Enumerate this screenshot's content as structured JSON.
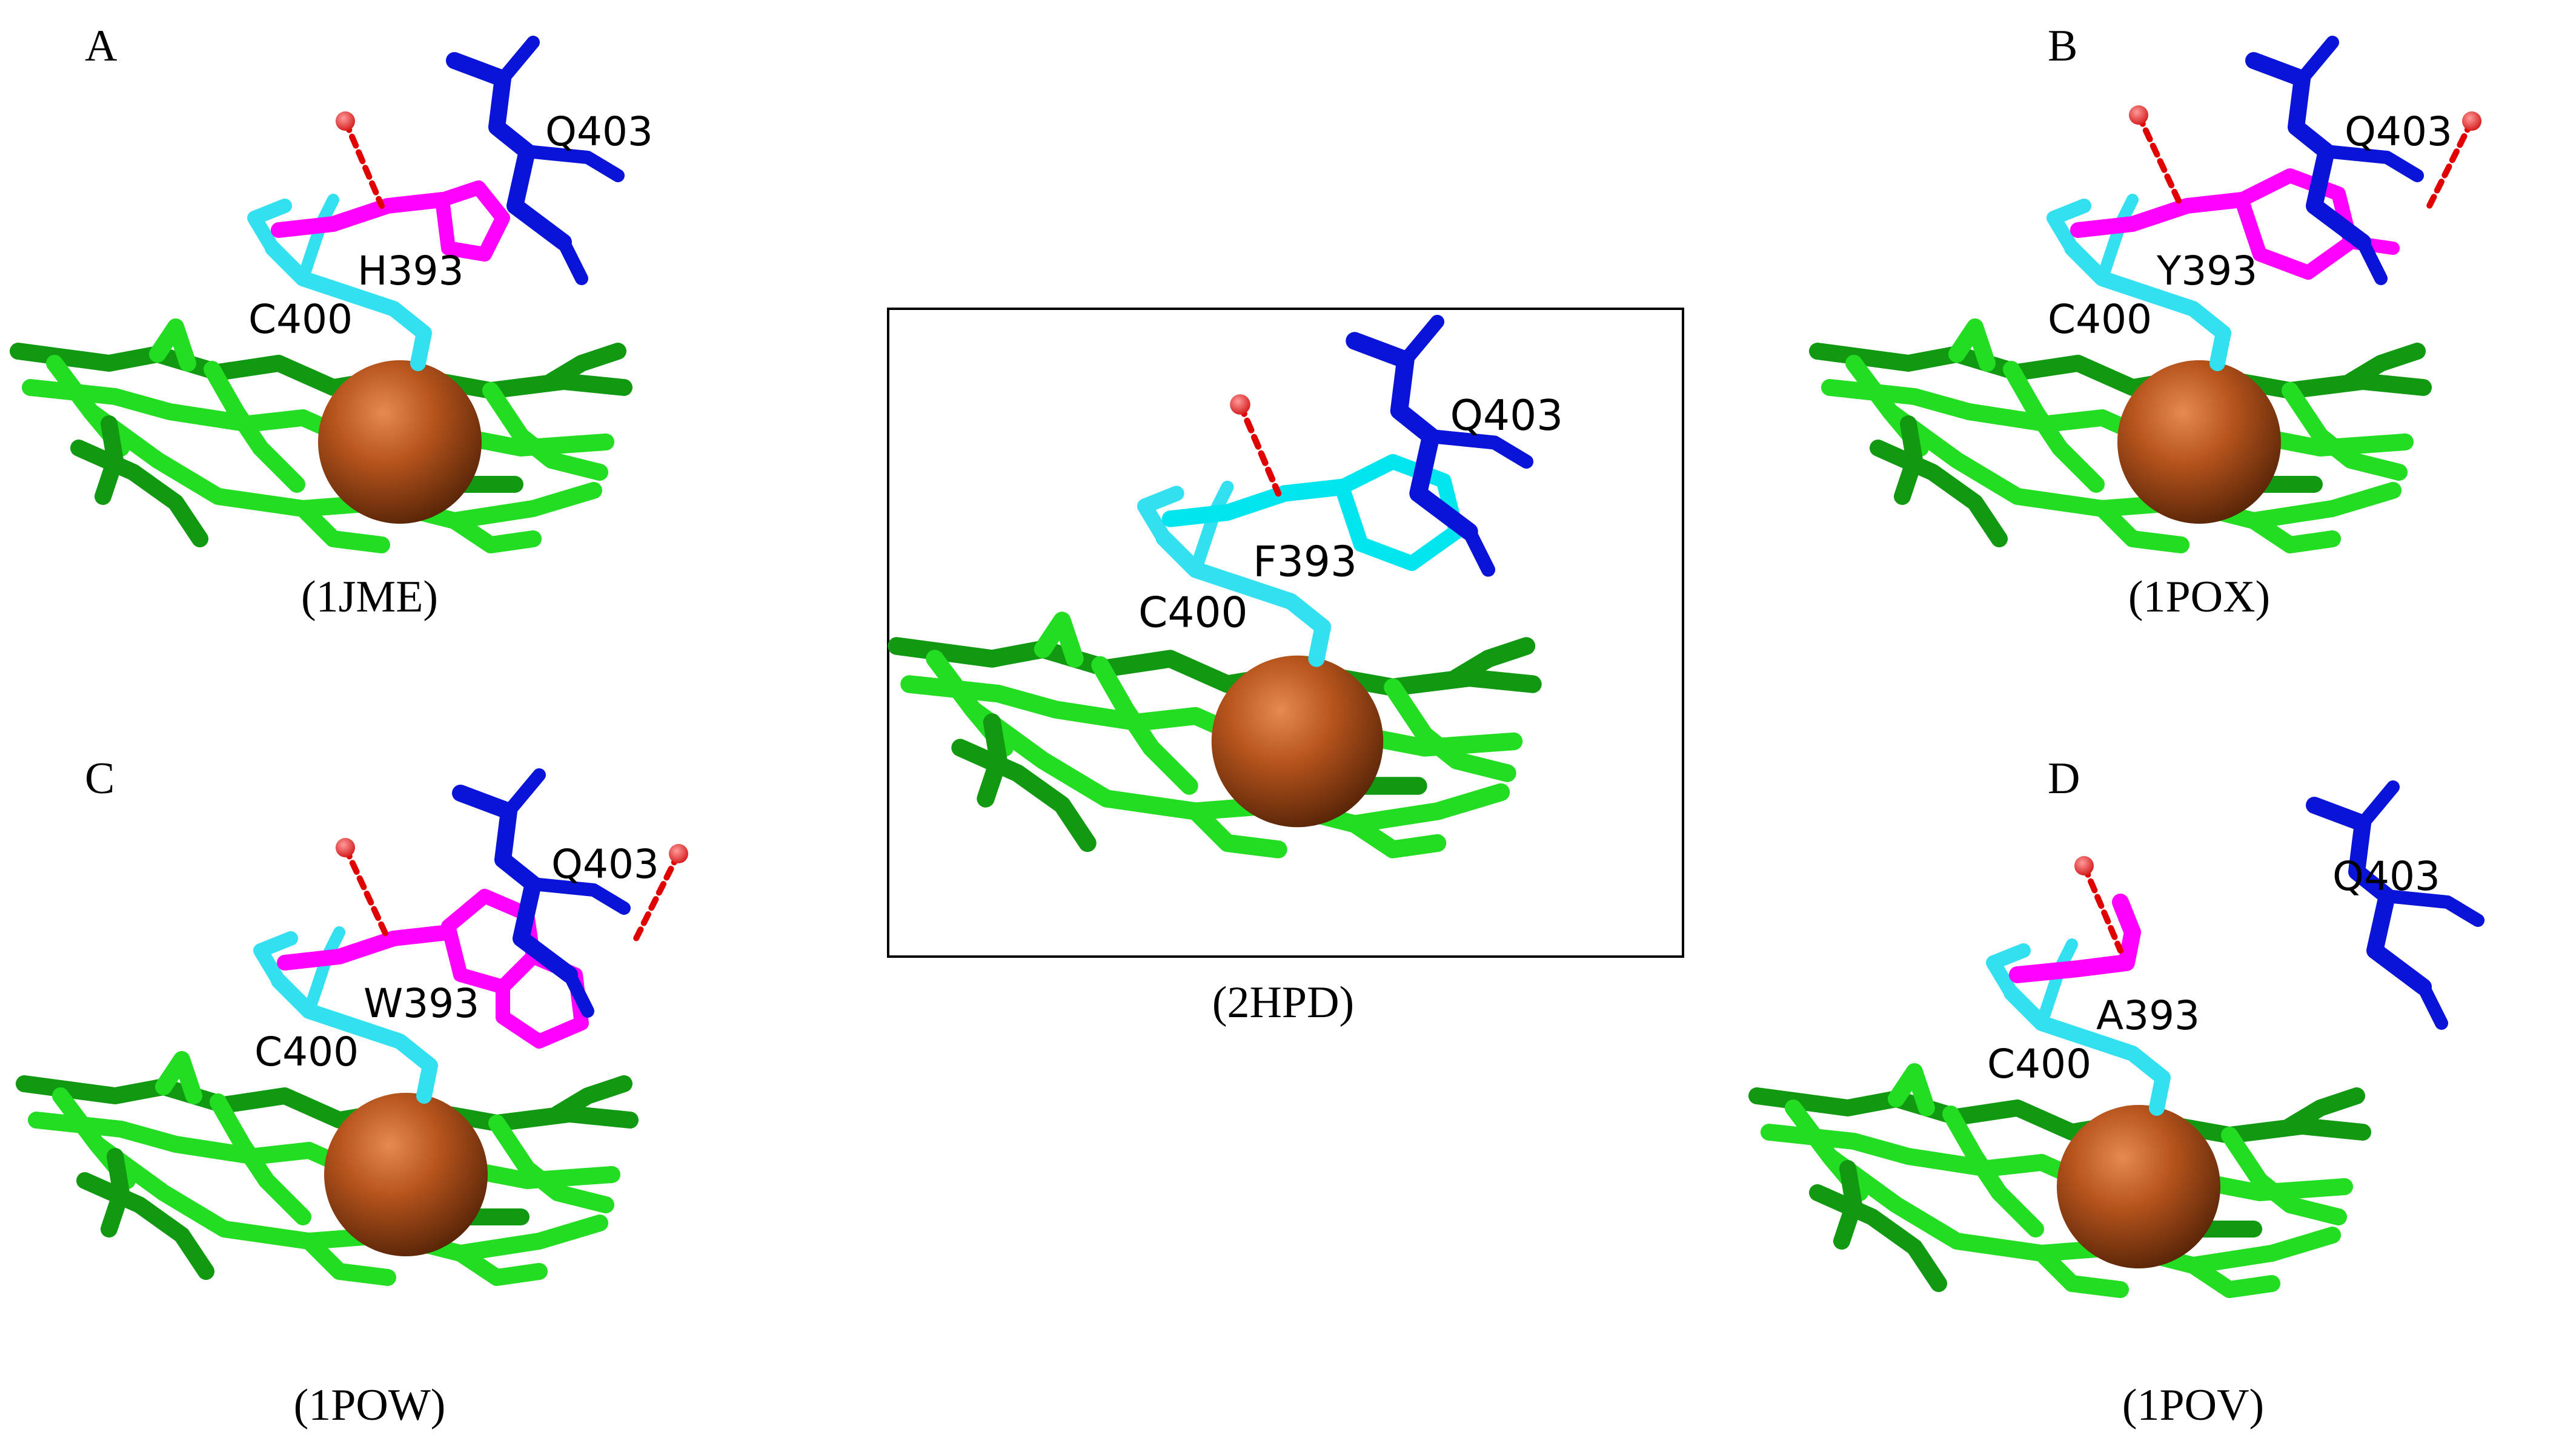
{
  "panels": [
    {
      "id": "A",
      "letter": "A",
      "caption": "(1JME)",
      "residue": "H393",
      "cys": "C400",
      "gln": "Q403",
      "residue_kind": "imidazole",
      "residue_color": "#ff00ff",
      "waters": 1
    },
    {
      "id": "B",
      "letter": "B",
      "caption": "(1POX)",
      "residue": "Y393",
      "cys": "C400",
      "gln": "Q403",
      "residue_kind": "phenol",
      "residue_color": "#ff00ff",
      "waters": 2
    },
    {
      "id": "center",
      "letter": "",
      "caption": "(2HPD)",
      "residue": "F393",
      "cys": "C400",
      "gln": "Q403",
      "residue_kind": "phenyl",
      "residue_color": "#00e5ee",
      "waters": 1
    },
    {
      "id": "C",
      "letter": "C",
      "caption": "(1POW)",
      "residue": "W393",
      "cys": "C400",
      "gln": "Q403",
      "residue_kind": "indole",
      "residue_color": "#ff00ff",
      "waters": 2
    },
    {
      "id": "D",
      "letter": "D",
      "caption": "(1POV)",
      "residue": "A393",
      "cys": "C400",
      "gln": "Q403",
      "residue_kind": "methyl",
      "residue_color": "#ff00ff",
      "waters": 1
    }
  ],
  "colors": {
    "heme": "#22dd22",
    "heme_dark": "#119911",
    "iron": "#b5531c",
    "cysteine": "#33e0f0",
    "glutamine": "#0a14d8",
    "water": "#e83b3b",
    "hbond": "#e00000"
  }
}
